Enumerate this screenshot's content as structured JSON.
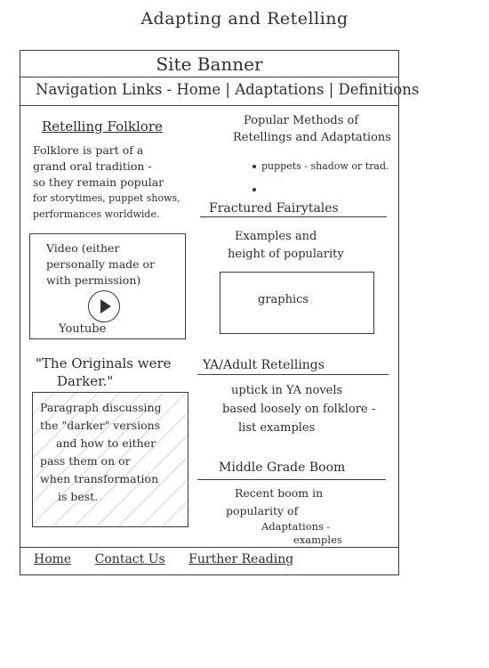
{
  "page_title": "Adapting and Retelling",
  "banner": "Site Banner",
  "nav": {
    "prefix": "Navigation Links -",
    "links": [
      "Home",
      "Adaptations",
      "Definitions"
    ]
  },
  "left": {
    "retelling": {
      "heading": "Retelling Folklore",
      "lines": [
        "Folklore is part of a",
        "grand oral tradition -",
        "so they remain popular",
        "for storytimes, puppet shows,",
        "performances worldwide."
      ]
    },
    "video": {
      "lines": [
        "Video (either",
        "personally made or",
        "with permission)"
      ],
      "caption": "Youtube"
    },
    "originals": {
      "heading_lines": [
        "\"The Originals were",
        "Darker.\""
      ],
      "box_lines": [
        "Paragraph discussing",
        "the \"darker\" versions",
        "and how to either",
        "pass them on or",
        "when transformation",
        "is best."
      ]
    }
  },
  "right": {
    "methods": {
      "lines": [
        "Popular Methods of",
        "Retellings and Adaptations"
      ],
      "bullets": [
        "puppets - shadow or trad.",
        ""
      ]
    },
    "fractured": {
      "heading": "Fractured Fairytales",
      "lines": [
        "Examples and",
        "height of popularity"
      ],
      "graphic_label": "graphics"
    },
    "ya": {
      "heading": "YA/Adult Retellings",
      "lines": [
        "uptick in YA novels",
        "based loosely on folklore -",
        "list examples"
      ]
    },
    "middle": {
      "heading": "Middle Grade Boom",
      "lines": [
        "Recent boom in",
        "popularity of",
        "Adaptations -",
        "examples"
      ]
    }
  },
  "footer": {
    "links": [
      "Home",
      "Contact Us",
      "Further Reading"
    ]
  }
}
